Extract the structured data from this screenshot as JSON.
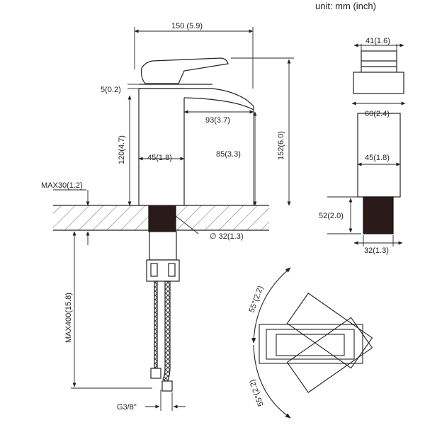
{
  "unit": "unit: mm (inch)",
  "dims": {
    "width": "150  (5.9)",
    "thickness": "5(0.2)",
    "spout": "93(3.7)",
    "base_height": "120(4.7)",
    "base_width": "45(1.8)",
    "spout_height": "85(3.3)",
    "total_height": "152(6.0)",
    "deck_max": "MAX30(1.2)",
    "hole": "∅ 32(1.3)",
    "hose": "MAX400(15.8)",
    "thread": "G3/8\"",
    "side_top": "41(1.6)",
    "side_body": "60(2.4)",
    "side_base": "45(1.8)",
    "side_shank": "52(2.0)",
    "side_shank_w": "32(1.3)",
    "rot_upper": "55°(2.2)",
    "rot_lower": "55°(2.2)"
  }
}
